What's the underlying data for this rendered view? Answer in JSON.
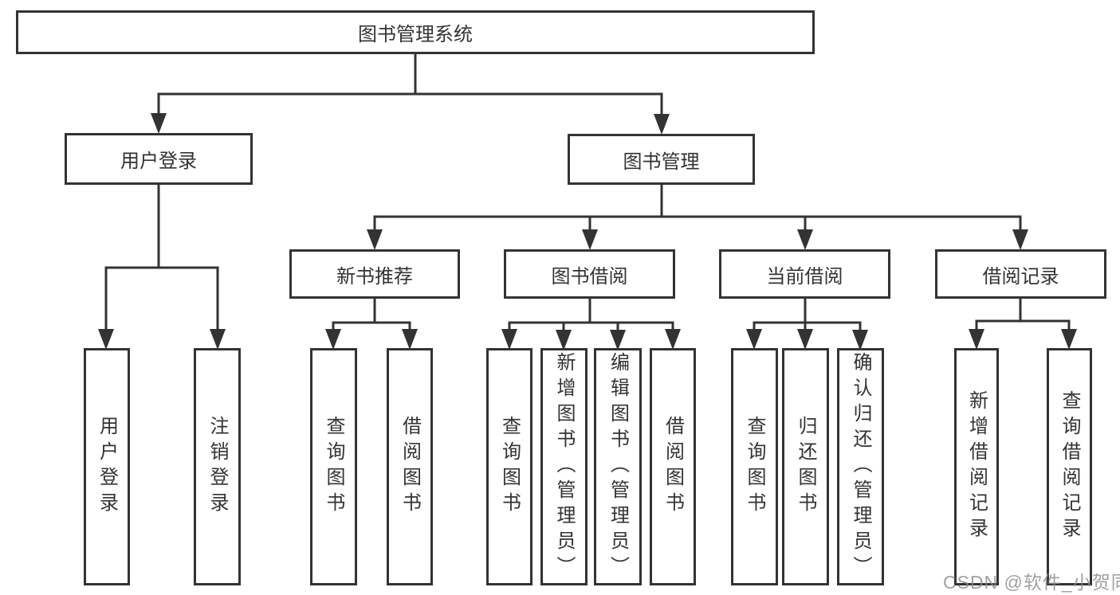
{
  "diagram": {
    "type": "tree",
    "title": "图书管理系统",
    "colors": {
      "line_color": "#333333",
      "text_color": "#333333",
      "background": "#ffffff",
      "watermark_color": "#8c8c8c"
    },
    "nodes": {
      "root": "图书管理系统",
      "user_login": "用户登录",
      "book_management": "图书管理",
      "new_book_recommend": "新书推荐",
      "book_borrowing": "图书借阅",
      "current_borrowing": "当前借阅",
      "borrowing_records": "借阅记录",
      "leaf_user_login": "用户登录",
      "leaf_logout": "注销登录",
      "leaf_rec_query_book": "查询图书",
      "leaf_rec_borrow_book": "借阅图书",
      "leaf_bor_query_book": "查询图书",
      "leaf_bor_add_book": "新增图书（管理员）",
      "leaf_bor_edit_book": "编辑图书（管理员）",
      "leaf_bor_borrow_book": "借阅图书",
      "leaf_cur_query_book": "查询图书",
      "leaf_cur_return_book": "归还图书",
      "leaf_cur_confirm_return": "确认归还（管理员）",
      "leaf_rcd_add_record": "新增借阅记录",
      "leaf_rcd_query_record": "查询借阅记录"
    },
    "hierarchy": {
      "图书管理系统": {
        "用户登录": [
          "用户登录",
          "注销登录"
        ],
        "图书管理": {
          "新书推荐": [
            "查询图书",
            "借阅图书"
          ],
          "图书借阅": [
            "查询图书",
            "新增图书（管理员）",
            "编辑图书（管理员）",
            "借阅图书"
          ],
          "当前借阅": [
            "查询图书",
            "归还图书",
            "确认归还（管理员）"
          ],
          "借阅记录": [
            "新增借阅记录",
            "查询借阅记录"
          ]
        }
      }
    },
    "watermark": "CSDN @软件_小贺同学"
  }
}
